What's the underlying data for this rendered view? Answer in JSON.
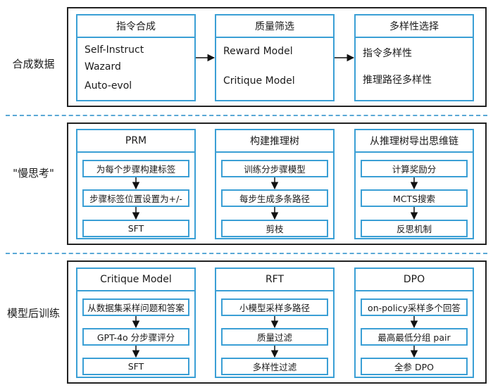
{
  "rows": [
    {
      "label": "合成数据",
      "panels": [
        {
          "title": "指令合成",
          "items": [
            "Self-Instruct",
            "Wazard",
            "Auto-evol"
          ]
        },
        {
          "title": "质量筛选",
          "items": [
            "Reward Model",
            "Critique Model"
          ]
        },
        {
          "title": "多样性选择",
          "items": [
            "指令多样性",
            "推理路径多样性"
          ]
        }
      ]
    },
    {
      "label": "\"慢思考\"",
      "panels": [
        {
          "title": "PRM",
          "steps": [
            "为每个步骤构建标签",
            "步骤标签位置设置为+/-",
            "SFT"
          ]
        },
        {
          "title": "构建推理树",
          "steps": [
            "训练分步骤模型",
            "每步生成多条路径",
            "剪枝"
          ]
        },
        {
          "title": "从推理树导出思维链",
          "steps": [
            "计算奖励分",
            "MCTS搜索",
            "反思机制"
          ]
        }
      ]
    },
    {
      "label": "模型后训练",
      "panels": [
        {
          "title": "Critique Model",
          "steps": [
            "从数据集采样问题和答案",
            "GPT-4o 分步骤评分",
            "SFT"
          ]
        },
        {
          "title": "RFT",
          "steps": [
            "小模型采样多路径",
            "质量过滤",
            "多样性过滤"
          ]
        },
        {
          "title": "DPO",
          "steps": [
            "on-policy采样多个回答",
            "最高最低分组 pair",
            "全参 DPO"
          ]
        }
      ]
    }
  ],
  "colors": {
    "accent": "#3a9fd5",
    "border": "#222222",
    "dash": "#5aa8d6"
  }
}
